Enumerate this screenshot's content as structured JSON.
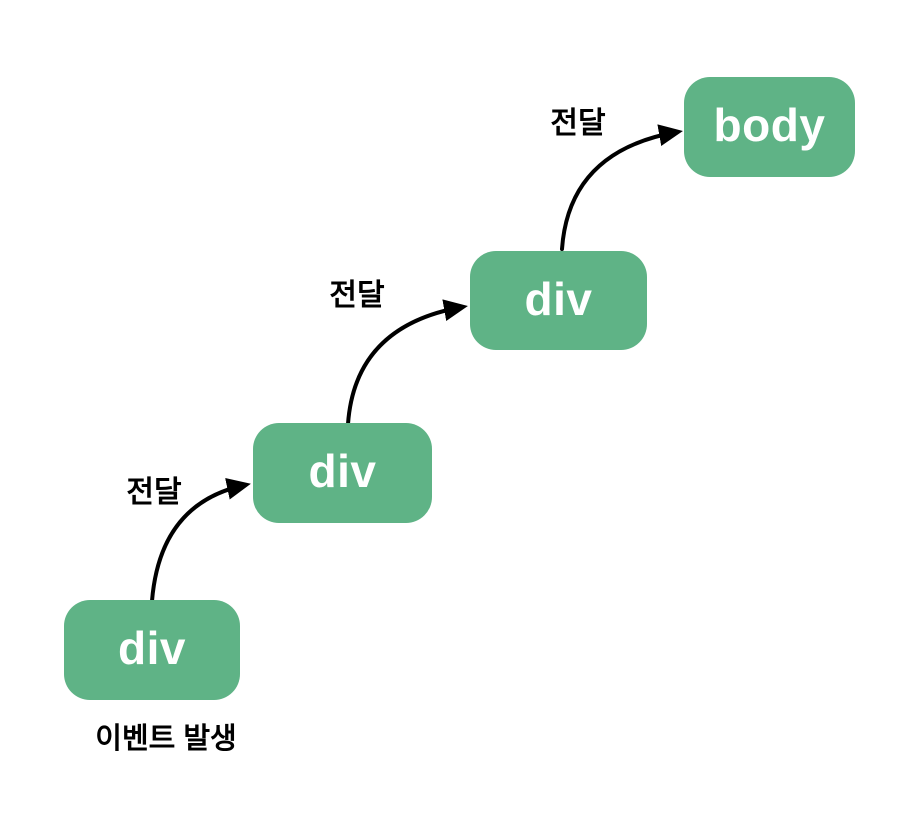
{
  "diagram": {
    "type": "flow-diagram",
    "topic": "event-bubbling",
    "nodes": [
      {
        "id": "div1",
        "label": "div"
      },
      {
        "id": "div2",
        "label": "div"
      },
      {
        "id": "div3",
        "label": "div"
      },
      {
        "id": "body",
        "label": "body"
      }
    ],
    "edges": [
      {
        "from": "div1",
        "to": "div2",
        "label": "전달"
      },
      {
        "from": "div2",
        "to": "div3",
        "label": "전달"
      },
      {
        "from": "div3",
        "to": "body",
        "label": "전달"
      }
    ],
    "caption": "이벤트 발생",
    "colors": {
      "node_fill": "#5fb386",
      "node_text": "#ffffff",
      "arrow": "#000000",
      "label_text": "#000000",
      "background": "#ffffff"
    }
  }
}
